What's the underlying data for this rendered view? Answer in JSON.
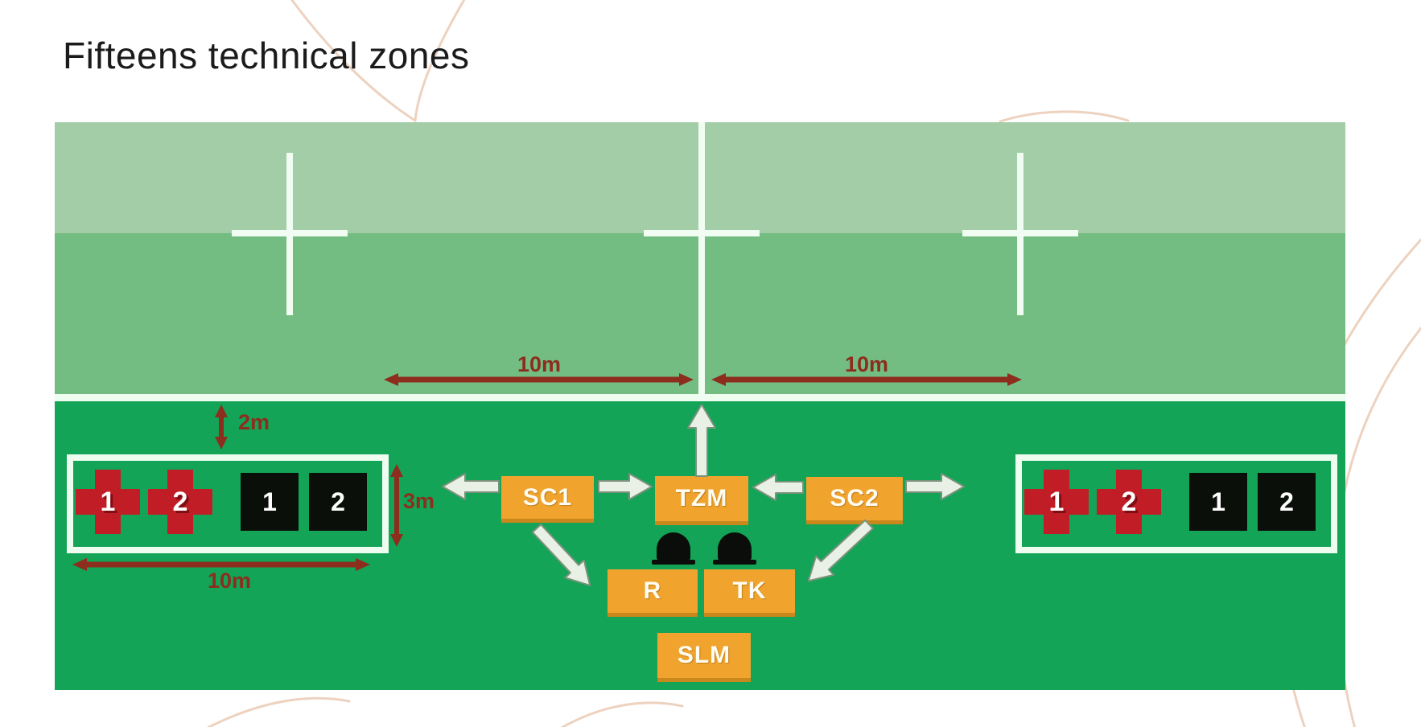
{
  "page": {
    "title": "Fifteens technical zones"
  },
  "colors": {
    "field_far_half": "#a2cda6",
    "field_near_half": "#74bd82",
    "field_foreground": "#13a457",
    "pitch_line_white": "#effdf1",
    "dimension_red": "#8c2d1d",
    "medic_cross_red": "#c01d26",
    "role_box_orange": "#f1a42d",
    "sub_square_black": "#0b0f0a",
    "decor_curve": "#edd2c0"
  },
  "dimensions": {
    "halfway_left": "10m",
    "halfway_right": "10m",
    "touchline_offset": "2m",
    "zone_depth": "3m",
    "zone_width": "10m"
  },
  "zones": {
    "left": {
      "medic_1": "1",
      "medic_2": "2",
      "sub_1": "1",
      "sub_2": "2"
    },
    "right": {
      "medic_1": "1",
      "medic_2": "2",
      "sub_1": "1",
      "sub_2": "2"
    }
  },
  "roles": {
    "sc1": "SC1",
    "tzm": "TZM",
    "sc2": "SC2",
    "r": "R",
    "tk": "TK",
    "slm": "SLM"
  }
}
